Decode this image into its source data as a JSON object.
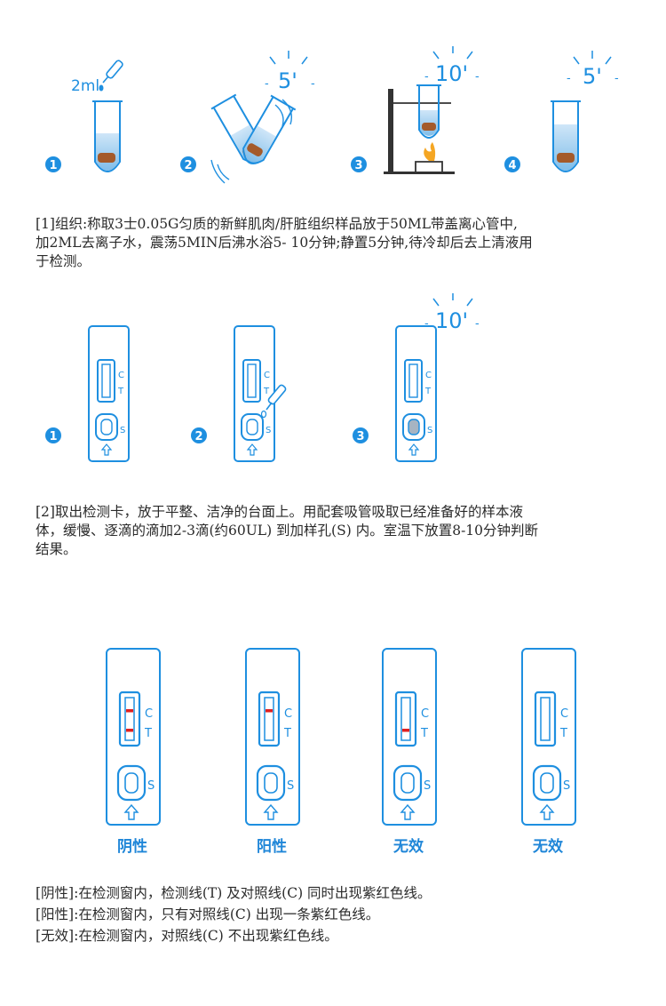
{
  "step1": {
    "images": [
      {
        "number": "1",
        "annotation": "2ml"
      },
      {
        "number": "2",
        "annotation": "5'"
      },
      {
        "number": "3",
        "annotation": "10'"
      },
      {
        "number": "4",
        "annotation": "5'"
      }
    ],
    "text_lines": [
      "[1]组织:称取3士0.05G匀质的新鲜肌肉/肝脏组织样品放于50ML带盖离心管中,",
      "加2ML去离子水，震荡5MIN后沸水浴5- 10分钟;静置5分钟,待冷却后去上清液用",
      "于检测。"
    ]
  },
  "step2": {
    "images": [
      {
        "number": "1"
      },
      {
        "number": "2"
      },
      {
        "number": "3",
        "annotation": "10'"
      }
    ],
    "text_lines": [
      "[2]取出检测卡，放于平整、洁净的台面上。用配套吸管吸取已经准备好的样本液",
      "体，缓慢、逐滴的滴加2-3滴(约60UL) 到加样孔(S) 内。室温下放置8-10分钟判断",
      "结果。"
    ]
  },
  "card_labels": {
    "c": "C",
    "t": "T",
    "s": "S"
  },
  "results": {
    "cards": [
      {
        "label": "阴性",
        "c_line": true,
        "t_line": true
      },
      {
        "label": "阳性",
        "c_line": true,
        "t_line": false
      },
      {
        "label": "无效",
        "c_line": false,
        "t_line": true
      },
      {
        "label": "无效",
        "c_line": false,
        "t_line": false
      }
    ],
    "text_lines": [
      "[阴性]:在检测窗内，检测线(T) 及对照线(C) 同时出现紫红色线。",
      "[阳性]:在检测窗内，只有对照线(C) 出现一条紫红色线。",
      "[无效]:在检测窗内，对照线(C) 不出现紫红色线。"
    ]
  },
  "colors": {
    "blue": "#1e8fe0",
    "red": "#e02020",
    "dark": "#333333",
    "flame": "#f5a623"
  }
}
